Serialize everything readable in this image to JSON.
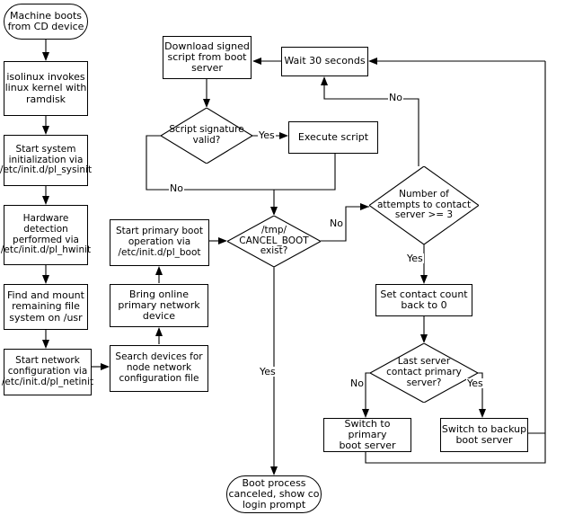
{
  "diagram": {
    "title": "Network boot process flowchart",
    "type": "flowchart",
    "background": "#ffffff",
    "line_color": "#000000",
    "nodes": [
      {
        "id": "start",
        "shape": "terminator",
        "text": "Machine boots\nfrom CD device"
      },
      {
        "id": "isolinux",
        "shape": "process",
        "text": "isolinux invokes\nlinux kernel with\nramdisk"
      },
      {
        "id": "sysinit",
        "shape": "process",
        "text": "Start system\ninitialization via\n/etc/init.d/pl_sysinit"
      },
      {
        "id": "hwinit",
        "shape": "process",
        "text": "Hardware\ndetection\nperformed via\n/etc/init.d/pl_hwinit"
      },
      {
        "id": "mountusr",
        "shape": "process",
        "text": "Find and mount\nremaining file\nsystem on /usr"
      },
      {
        "id": "netinit",
        "shape": "process",
        "text": "Start network\nconfiguration via\n/etc/init.d/pl_netinit"
      },
      {
        "id": "searchdev",
        "shape": "process",
        "text": "Search devices for\nnode network\nconfiguration file"
      },
      {
        "id": "bringonline",
        "shape": "process",
        "text": "Bring online\nprimary network\ndevice"
      },
      {
        "id": "plboot",
        "shape": "process",
        "text": "Start primary boot\noperation via\n/etc/init.d/pl_boot"
      },
      {
        "id": "cancelboot",
        "shape": "decision",
        "text": "/tmp/\nCANCEL_BOOT\nexist?"
      },
      {
        "id": "canceled",
        "shape": "terminator",
        "text": "Boot process\ncanceled, show co\nlogin prompt"
      },
      {
        "id": "download",
        "shape": "process",
        "text": "Download signed\nscript from boot\nserver"
      },
      {
        "id": "sigvalid",
        "shape": "decision",
        "text": "Script signature\nvalid?"
      },
      {
        "id": "execscript",
        "shape": "process",
        "text": "Execute script"
      },
      {
        "id": "wait30",
        "shape": "process",
        "text": "Wait 30 seconds"
      },
      {
        "id": "attempts",
        "shape": "decision",
        "text": "Number of\nattempts to contact\nserver >= 3"
      },
      {
        "id": "setcount",
        "shape": "process",
        "text": "Set contact count\nback to 0"
      },
      {
        "id": "lastserver",
        "shape": "decision",
        "text": "Last server\ncontact primary\nserver?"
      },
      {
        "id": "switchprim",
        "shape": "process",
        "text": "Switch to primary\nboot server"
      },
      {
        "id": "switchback",
        "shape": "process",
        "text": "Switch to backup\nboot server"
      }
    ],
    "edge_labels": [
      {
        "id": "sig_yes",
        "text": "Yes"
      },
      {
        "id": "sig_no",
        "text": "No"
      },
      {
        "id": "cancel_no",
        "text": "No"
      },
      {
        "id": "cancel_yes",
        "text": "Yes"
      },
      {
        "id": "attempts_no",
        "text": "No"
      },
      {
        "id": "attempts_yes",
        "text": "Yes"
      },
      {
        "id": "last_no",
        "text": "No"
      },
      {
        "id": "last_yes",
        "text": "Yes"
      }
    ],
    "node_text": {
      "start_l1": "Machine boots",
      "start_l2": "from CD device",
      "isolinux_l1": "isolinux invokes",
      "isolinux_l2": "linux kernel with",
      "isolinux_l3": "ramdisk",
      "sysinit_l1": "Start system",
      "sysinit_l2": "initialization via",
      "sysinit_l3": "/etc/init.d/pl_sysinit",
      "hwinit_l1": "Hardware",
      "hwinit_l2": "detection",
      "hwinit_l3": "performed via",
      "hwinit_l4": "/etc/init.d/pl_hwinit",
      "mountusr_l1": "Find and mount",
      "mountusr_l2": "remaining file",
      "mountusr_l3": "system on /usr",
      "netinit_l1": "Start network",
      "netinit_l2": "configuration via",
      "netinit_l3": "/etc/init.d/pl_netinit",
      "searchdev_l1": "Search devices for",
      "searchdev_l2": "node network",
      "searchdev_l3": "configuration file",
      "bringonline_l1": "Bring online",
      "bringonline_l2": "primary network",
      "bringonline_l3": "device",
      "plboot_l1": "Start primary boot",
      "plboot_l2": "operation via",
      "plboot_l3": "/etc/init.d/pl_boot",
      "cancelboot_l1": "/tmp/",
      "cancelboot_l2": "CANCEL_BOOT",
      "cancelboot_l3": "exist?",
      "canceled_l1": "Boot process",
      "canceled_l2": "canceled, show co",
      "canceled_l3": "login prompt",
      "download_l1": "Download signed",
      "download_l2": "script from boot",
      "download_l3": "server",
      "sigvalid_l1": "Script signature",
      "sigvalid_l2": "valid?",
      "execscript_l1": "Execute script",
      "wait30_l1": "Wait 30 seconds",
      "attempts_l1": "Number of",
      "attempts_l2": "attempts to contact",
      "attempts_l3": "server >= 3",
      "setcount_l1": "Set contact count",
      "setcount_l2": "back to 0",
      "lastserver_l1": "Last server",
      "lastserver_l2": "contact primary",
      "lastserver_l3": "server?",
      "switchprim_l1": "Switch to primary",
      "switchprim_l2": "boot server",
      "switchback_l1": "Switch to backup",
      "switchback_l2": "boot server"
    }
  }
}
